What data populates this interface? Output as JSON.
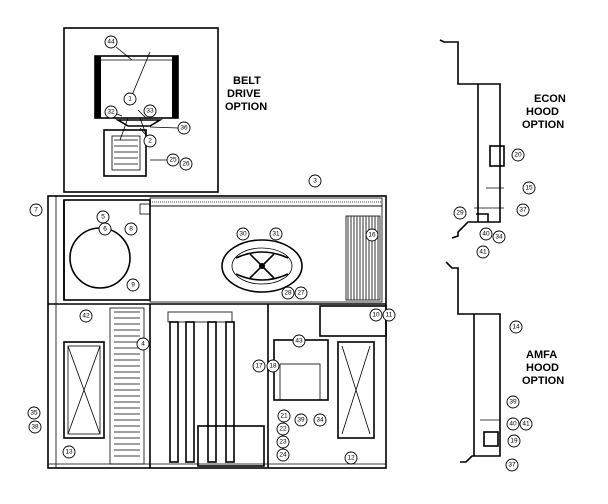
{
  "captions": {
    "belt": [
      "BELT",
      "DRIVE",
      "OPTION"
    ],
    "econ": [
      "ECON",
      "HOOD",
      "OPTION"
    ],
    "amfa": [
      "AMFA",
      "HOOD",
      "OPTION"
    ]
  },
  "callouts": {
    "b44": "44",
    "b1": "1",
    "b32": "32",
    "b33": "33",
    "b2": "2",
    "b36": "36",
    "b25": "25",
    "b26": "26",
    "m3": "3",
    "m7": "7",
    "m5": "5",
    "m6": "6",
    "m8": "8",
    "m9": "9",
    "m30": "30",
    "m31": "31",
    "m16": "16",
    "m28": "28",
    "m27": "27",
    "m42": "42",
    "m4": "4",
    "m10": "10",
    "m11": "11",
    "m43": "43",
    "m17": "17",
    "m18": "18",
    "m35": "35",
    "m38": "38",
    "m13": "13",
    "m21": "21",
    "m22": "22",
    "m23": "23",
    "m24": "24",
    "m39": "39",
    "m34": "34",
    "m12": "12",
    "e20": "20",
    "e15": "15",
    "e29": "29",
    "e37": "37",
    "e40": "40",
    "e34": "34",
    "e41": "41",
    "a14": "14",
    "a39": "39",
    "a40": "40",
    "a41": "41",
    "a19": "19",
    "a37": "37"
  }
}
